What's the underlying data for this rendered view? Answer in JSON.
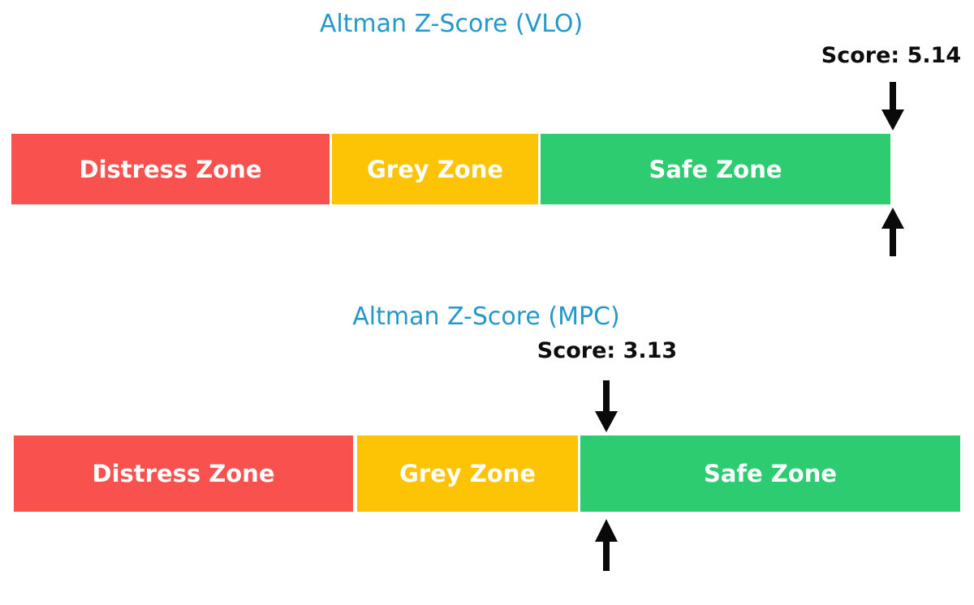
{
  "colors": {
    "distress": "#F9514E",
    "grey": "#FCC405",
    "safe": "#2ECC71",
    "title": "#2499C9",
    "arrow": "#0a0a0a"
  },
  "charts": [
    {
      "title": "Altman Z-Score (VLO)",
      "score_label": "Score: 5.14",
      "zones": {
        "distress": "Distress Zone",
        "grey": "Grey Zone",
        "safe": "Safe Zone"
      }
    },
    {
      "title": "Altman Z-Score (MPC)",
      "score_label": "Score: 3.13",
      "zones": {
        "distress": "Distress Zone",
        "grey": "Grey Zone",
        "safe": "Safe Zone"
      }
    }
  ],
  "chart_data": [
    {
      "type": "bar",
      "subtype": "horizontal-zone-gauge",
      "title": "Altman Z-Score (VLO)",
      "ticker": "VLO",
      "score": 5.14,
      "xlim": [
        0,
        5
      ],
      "grid": false,
      "legend": "none",
      "zones": [
        {
          "label": "Distress Zone",
          "range": [
            0,
            1.81
          ],
          "color": "#F9514E"
        },
        {
          "label": "Grey Zone",
          "range": [
            1.81,
            2.99
          ],
          "color": "#FCC405"
        },
        {
          "label": "Safe Zone",
          "range": [
            2.99,
            5.0
          ],
          "color": "#2ECC71"
        }
      ],
      "marker": {
        "style": "double-arrow-above-below",
        "value": 5.14,
        "plotted_at": 5.0,
        "note": "arrow clamped to bar end"
      }
    },
    {
      "type": "bar",
      "subtype": "horizontal-zone-gauge",
      "title": "Altman Z-Score (MPC)",
      "ticker": "MPC",
      "score": 3.13,
      "xlim": [
        0,
        5
      ],
      "grid": false,
      "legend": "none",
      "zones": [
        {
          "label": "Distress Zone",
          "range": [
            0,
            1.81
          ],
          "color": "#F9514E"
        },
        {
          "label": "Grey Zone",
          "range": [
            1.81,
            2.99
          ],
          "color": "#FCC405"
        },
        {
          "label": "Safe Zone",
          "range": [
            2.99,
            5.0
          ],
          "color": "#2ECC71"
        }
      ],
      "marker": {
        "style": "double-arrow-above-below",
        "value": 3.13,
        "plotted_at": 3.13
      }
    }
  ]
}
